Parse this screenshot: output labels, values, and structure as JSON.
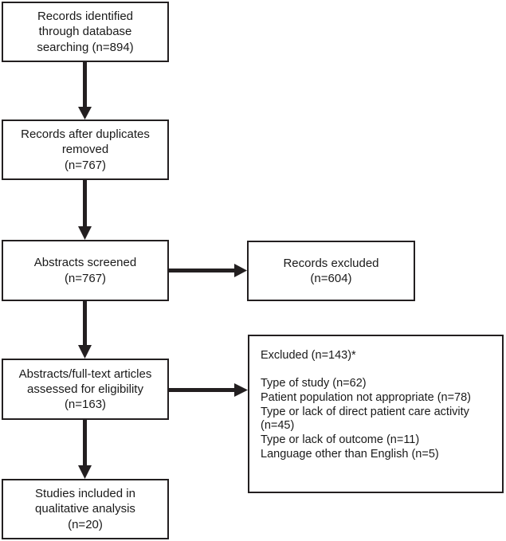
{
  "figure": {
    "type": "prisma-flow-diagram",
    "colors": {
      "background": "#ffffff",
      "border": "#231f20",
      "text": "#1a1a1a",
      "arrow": "#231f20"
    }
  },
  "nodes": {
    "identified": {
      "id": "records-identified",
      "text": "Records identified\nthrough database\nsearching (n=894)",
      "count": 894
    },
    "duplicates": {
      "id": "records-after-duplicates-removed",
      "text": "Records after duplicates\nremoved\n(n=767)",
      "count": 767
    },
    "screened": {
      "id": "abstracts-screened",
      "text": "Abstracts screened\n(n=767)",
      "count": 767
    },
    "excluded": {
      "id": "records-excluded",
      "text": "Records excluded\n(n=604)",
      "count": 604
    },
    "eligibility": {
      "id": "abstracts-full-text-assessed",
      "text": "Abstracts/full-text articles\nassessed for eligibility\n(n=163)",
      "count": 163
    },
    "reasons": {
      "id": "excluded-with-reasons",
      "heading": "Excluded (n=143)*",
      "total": 143,
      "text": "Excluded (n=143)*\n\nType of study (n=62)\nPatient population not appropriate (n=78)\nType or lack of direct patient care activity\n(n=45)\nType or lack of outcome (n=11)\nLanguage other than English (n=5)",
      "items": [
        {
          "label": "Type of study",
          "count": 62,
          "text": "Type of study (n=62)"
        },
        {
          "label": "Patient population not appropriate",
          "count": 78,
          "text": "Patient population not appropriate (n=78)"
        },
        {
          "label": "Type or lack of direct patient care activity",
          "count": 45,
          "text": "Type or lack of direct patient care activity (n=45)"
        },
        {
          "label": "Type or lack of outcome",
          "count": 11,
          "text": "Type or lack of outcome (n=11)"
        },
        {
          "label": "Language other than English",
          "count": 5,
          "text": "Language other than English (n=5)"
        }
      ]
    },
    "included": {
      "id": "studies-included-qualitative",
      "text": "Studies included in\nqualitative analysis\n(n=20)",
      "count": 20
    }
  },
  "edges": [
    {
      "id": "identified-to-duplicates",
      "from": "identified",
      "to": "duplicates",
      "direction": "down"
    },
    {
      "id": "duplicates-to-screened",
      "from": "duplicates",
      "to": "screened",
      "direction": "down"
    },
    {
      "id": "screened-to-excluded",
      "from": "screened",
      "to": "excluded",
      "direction": "right"
    },
    {
      "id": "screened-to-eligibility",
      "from": "screened",
      "to": "eligibility",
      "direction": "down"
    },
    {
      "id": "eligibility-to-reasons",
      "from": "eligibility",
      "to": "reasons",
      "direction": "right"
    },
    {
      "id": "eligibility-to-included",
      "from": "eligibility",
      "to": "included",
      "direction": "down"
    }
  ]
}
